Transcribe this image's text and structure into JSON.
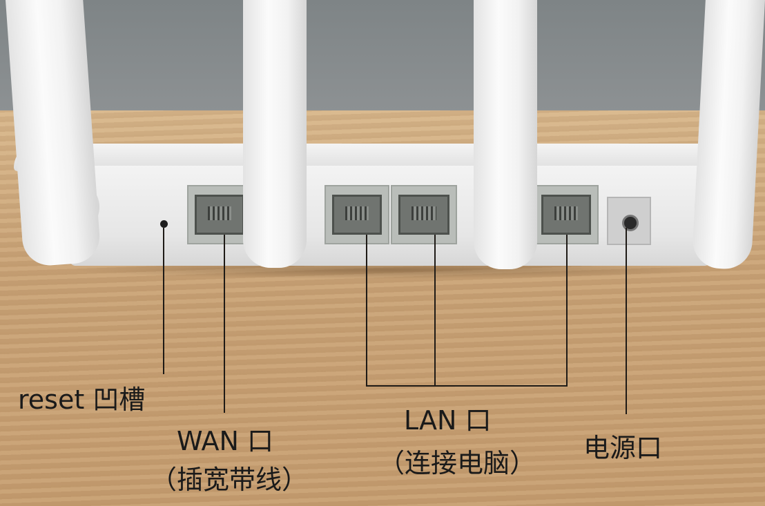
{
  "labels": {
    "reset": "reset 凹槽",
    "wan": "WAN 口",
    "wan_sub": "（插宽带线）",
    "lan": "LAN 口",
    "lan_sub": "（连接电脑）",
    "power": "电源口"
  },
  "ports": {
    "wan_count": 1,
    "lan_count": 3
  },
  "colors": {
    "router": "#f0f0f0",
    "wall": "#888c8e",
    "table": "#caa478",
    "text": "#1a1a1a"
  }
}
